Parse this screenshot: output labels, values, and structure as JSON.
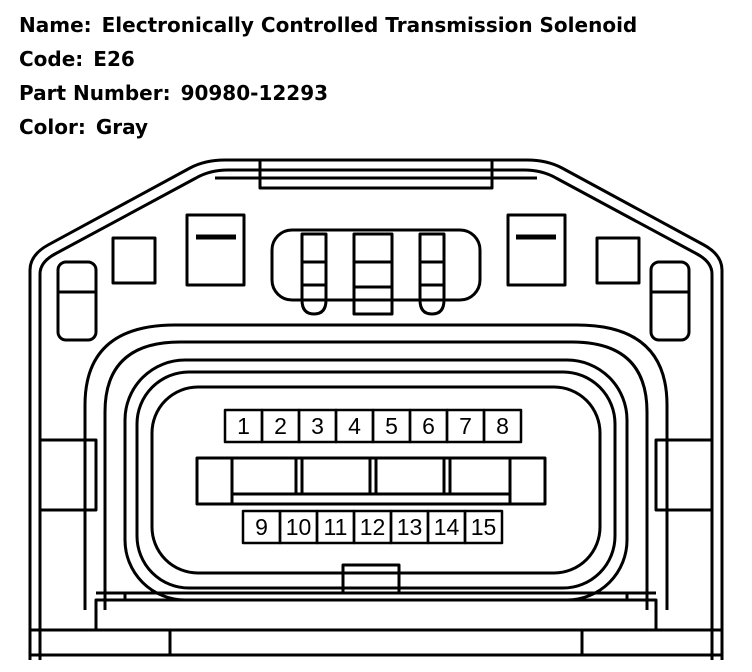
{
  "info": {
    "name_label": "Name:",
    "name_value": "Electronically Controlled Transmission Solenoid",
    "code_label": "Code:",
    "code_value": "E26",
    "part_label": "Part Number:",
    "part_value": "90980-12293",
    "color_label": "Color:",
    "color_value": "Gray"
  },
  "connector": {
    "top_pins": [
      "1",
      "2",
      "3",
      "4",
      "5",
      "6",
      "7",
      "8"
    ],
    "bottom_pins": [
      "9",
      "10",
      "11",
      "12",
      "13",
      "14",
      "15"
    ]
  }
}
